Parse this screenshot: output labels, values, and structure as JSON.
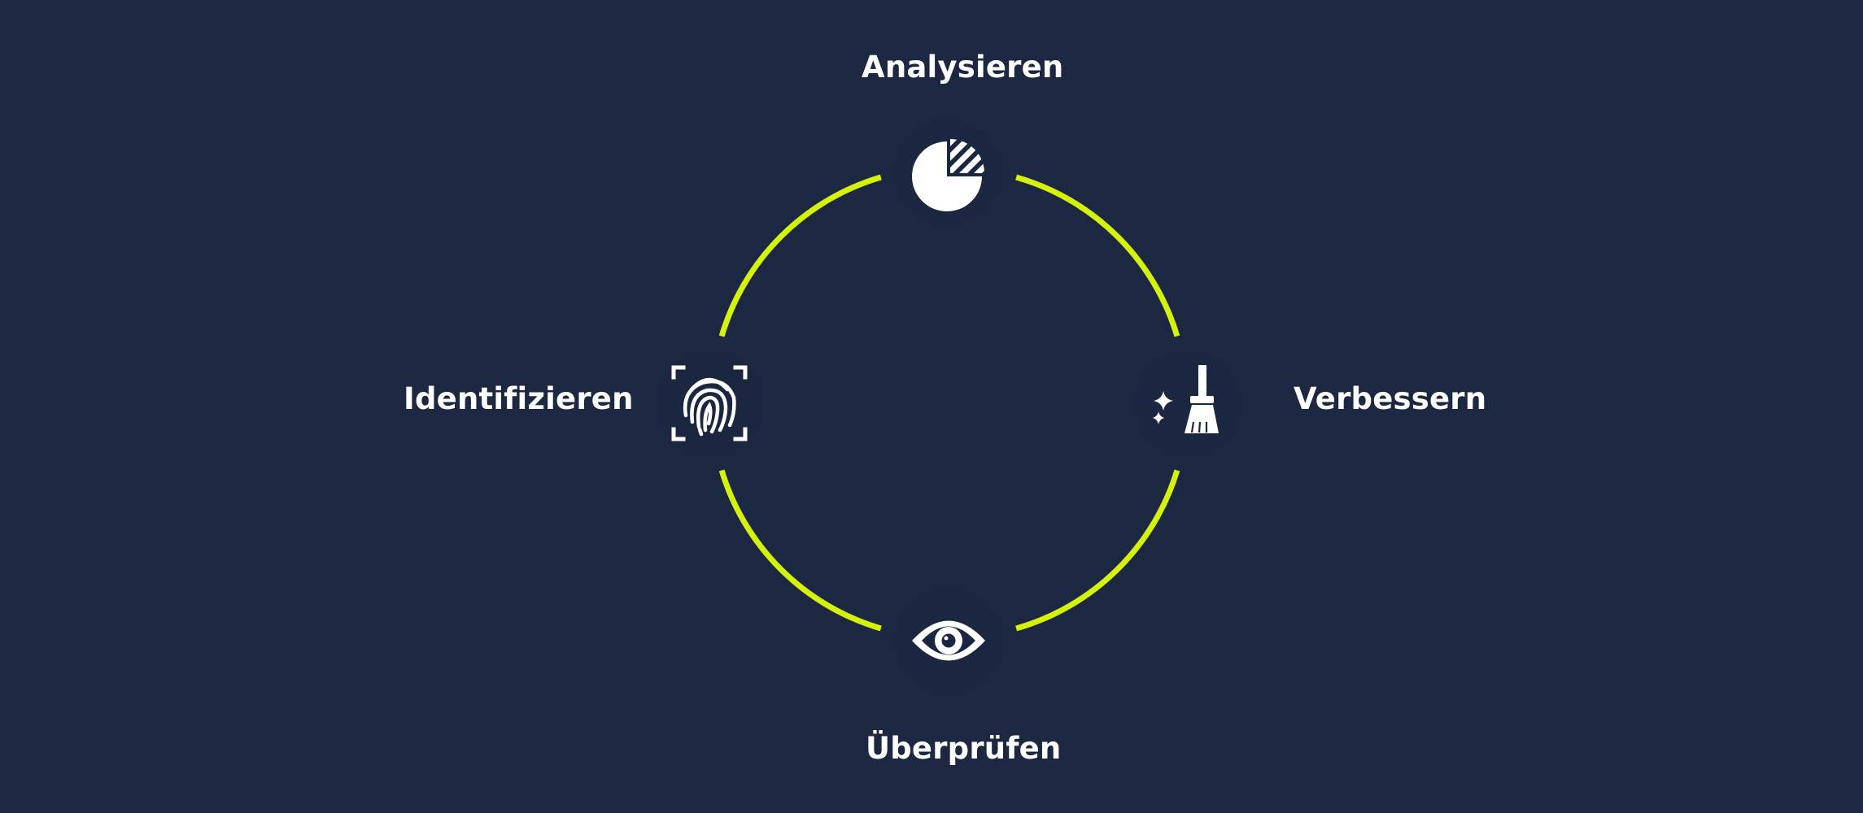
{
  "diagram": {
    "steps": [
      {
        "label": "Analysieren",
        "icon": "pie-chart-icon"
      },
      {
        "label": "Verbessern",
        "icon": "broom-sparkle-icon"
      },
      {
        "label": "Überprüfen",
        "icon": "eye-icon"
      },
      {
        "label": "Identifizieren",
        "icon": "fingerprint-scan-icon"
      }
    ],
    "colors": {
      "background": "#1c2741",
      "ring": "#d4f20a",
      "icon": "#ffffff",
      "text": "#ffffff"
    }
  }
}
